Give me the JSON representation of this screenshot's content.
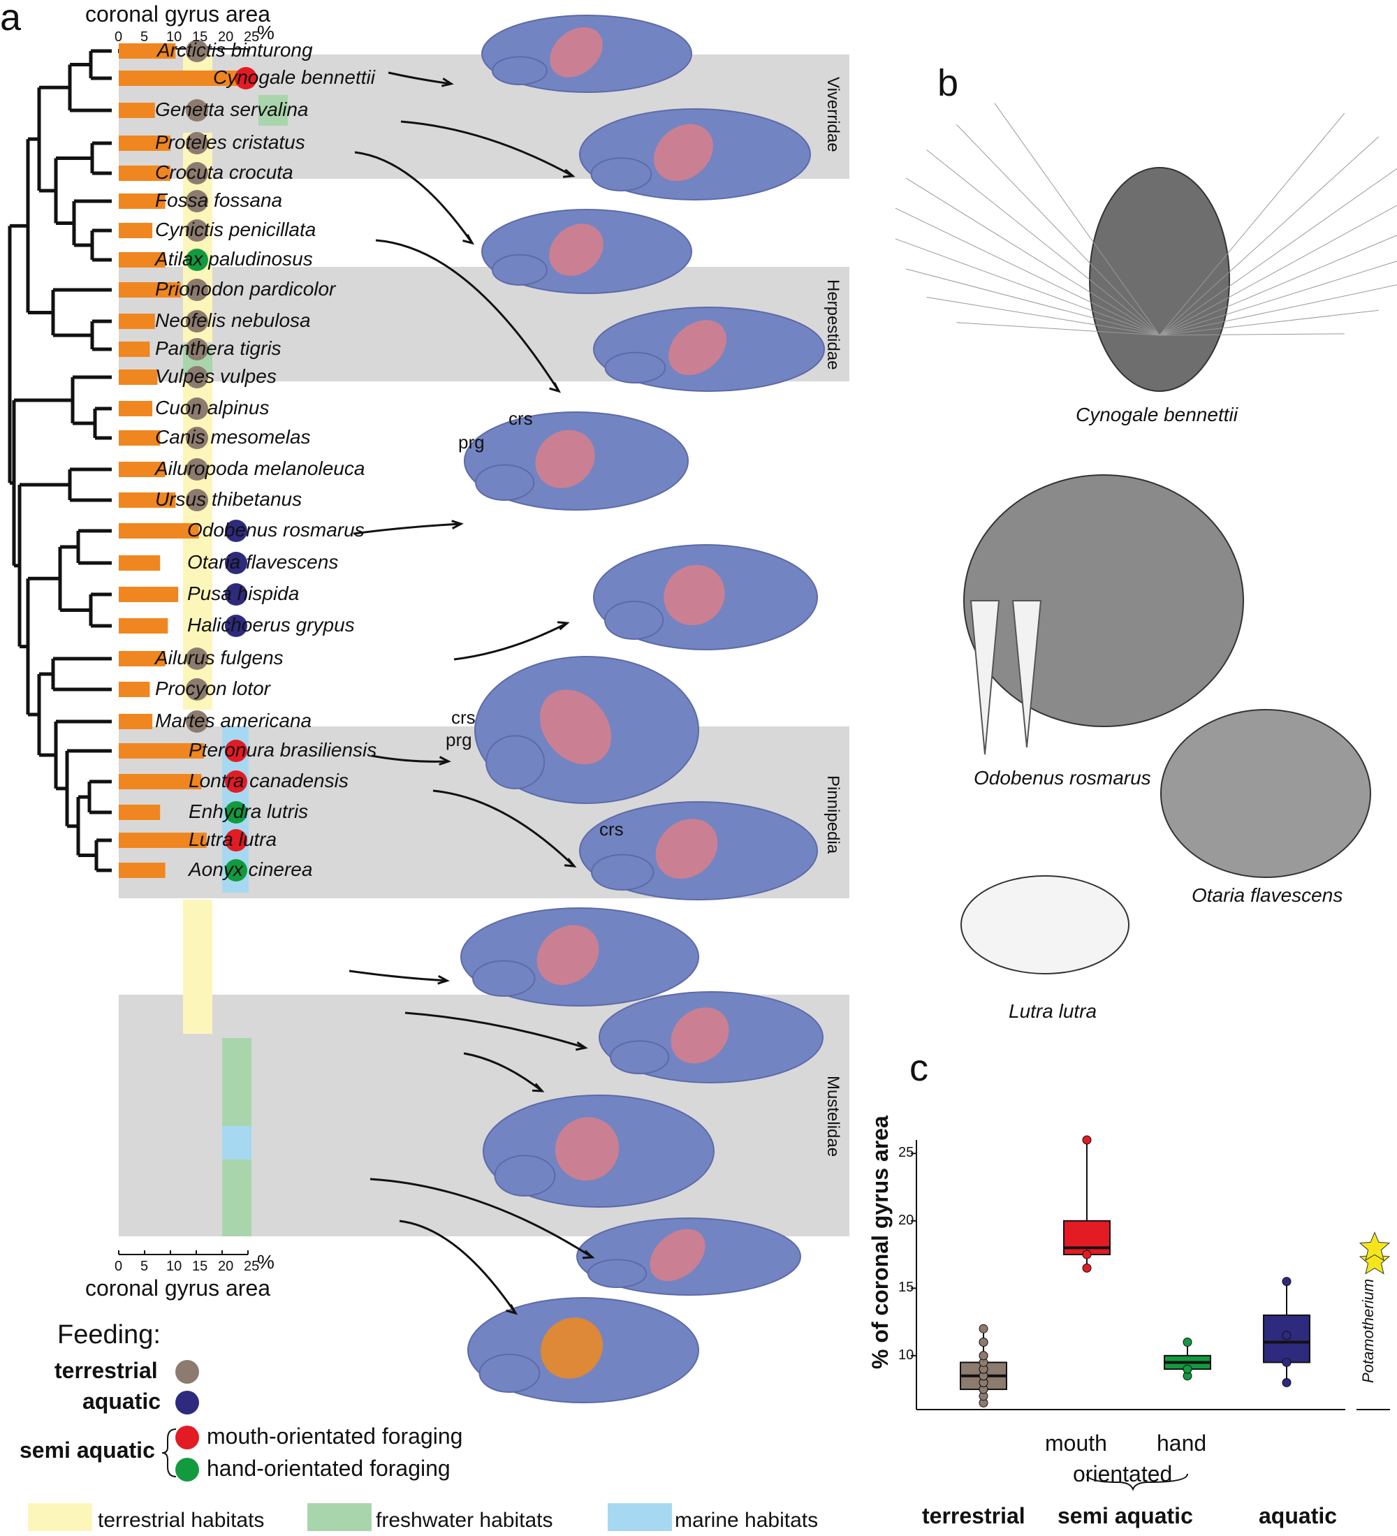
{
  "panel_labels": {
    "a": "a",
    "b": "b",
    "c": "c"
  },
  "panel_a": {
    "axis_title": "coronal gyrus area",
    "axis_unit": "%",
    "axis_ticks": [
      "0",
      "5",
      "10",
      "15",
      "20",
      "25"
    ],
    "species": [
      {
        "name": "Arctictis binturong",
        "value": 11,
        "feeding": "terrestrial",
        "habitat": "terrestrial"
      },
      {
        "name": "Cynogale bennettii",
        "value": 26,
        "feeding": "mouth",
        "habitat": "freshwater"
      },
      {
        "name": "Genetta servalina",
        "value": 7,
        "feeding": "terrestrial",
        "habitat": "terrestrial"
      },
      {
        "name": "Proteles cristatus",
        "value": 10,
        "feeding": "terrestrial",
        "habitat": "terrestrial"
      },
      {
        "name": "Crocuta crocuta",
        "value": 10,
        "feeding": "terrestrial",
        "habitat": "terrestrial"
      },
      {
        "name": "Fossa fossana",
        "value": 9,
        "feeding": "terrestrial",
        "habitat": "terrestrial"
      },
      {
        "name": "Cynictis penicillata",
        "value": 6.5,
        "feeding": "terrestrial",
        "habitat": "terrestrial"
      },
      {
        "name": "Atilax paludinosus",
        "value": 9,
        "feeding": "hand",
        "habitat": "freshwater"
      },
      {
        "name": "Prionodon pardicolor",
        "value": 12,
        "feeding": "terrestrial",
        "habitat": "terrestrial"
      },
      {
        "name": "Neofelis nebulosa",
        "value": 7,
        "feeding": "terrestrial",
        "habitat": "terrestrial"
      },
      {
        "name": "Panthera tigris",
        "value": 6,
        "feeding": "terrestrial",
        "habitat": "terrestrial"
      },
      {
        "name": "Vulpes vulpes",
        "value": 7.5,
        "feeding": "terrestrial",
        "habitat": "terrestrial"
      },
      {
        "name": "Cuon alpinus",
        "value": 6.5,
        "feeding": "terrestrial",
        "habitat": "terrestrial"
      },
      {
        "name": "Canis mesomelas",
        "value": 8,
        "feeding": "terrestrial",
        "habitat": "terrestrial"
      },
      {
        "name": "Ailuropoda melanoleuca",
        "value": 9,
        "feeding": "terrestrial",
        "habitat": "terrestrial"
      },
      {
        "name": "Ursus thibetanus",
        "value": 11,
        "feeding": "terrestrial",
        "habitat": "terrestrial"
      },
      {
        "name": "Odobenus rosmarus",
        "value": 15.5,
        "feeding": "aquatic",
        "habitat": "marine"
      },
      {
        "name": "Otaria flavescens",
        "value": 8,
        "feeding": "aquatic",
        "habitat": "marine"
      },
      {
        "name": "Pusa hispida",
        "value": 11.5,
        "feeding": "aquatic",
        "habitat": "marine"
      },
      {
        "name": "Halichoerus grypus",
        "value": 9.5,
        "feeding": "aquatic",
        "habitat": "marine"
      },
      {
        "name": "Ailurus fulgens",
        "value": 9,
        "feeding": "terrestrial",
        "habitat": "terrestrial"
      },
      {
        "name": "Procyon lotor",
        "value": 6,
        "feeding": "terrestrial",
        "habitat": "terrestrial"
      },
      {
        "name": "Martes americana",
        "value": 6.5,
        "feeding": "terrestrial",
        "habitat": "terrestrial"
      },
      {
        "name": "Pteronura brasiliensis",
        "value": 16.5,
        "feeding": "mouth",
        "habitat": "freshwater"
      },
      {
        "name": "Lontra canadensis",
        "value": 16,
        "feeding": "mouth",
        "habitat": "freshwater"
      },
      {
        "name": "Enhydra lutris",
        "value": 8,
        "feeding": "hand",
        "habitat": "marine"
      },
      {
        "name": "Lutra lutra",
        "value": 17,
        "feeding": "mouth",
        "habitat": "freshwater"
      },
      {
        "name": "Aonyx cinerea",
        "value": 9,
        "feeding": "hand",
        "habitat": "freshwater"
      }
    ],
    "clades": [
      "Viverridae",
      "Herpestidae",
      "Pinnipedia",
      "Mustelidae"
    ],
    "brain_markers": {
      "crs": "crs",
      "prg": "prg"
    },
    "legend": {
      "title": "Feeding:",
      "terrestrial": "terrestrial",
      "aquatic": "aquatic",
      "semi_aquatic": "semi aquatic",
      "mouth": "mouth-orientated foraging",
      "hand": "hand-orientated foraging"
    },
    "habitats": {
      "terrestrial": "terrestrial habitats",
      "freshwater": "freshwater habitats",
      "marine": "marine habitats"
    }
  },
  "panel_b": {
    "labels": [
      "Cynogale bennettii",
      "Odobenus rosmarus",
      "Otaria flavescens",
      "Lutra lutra"
    ]
  },
  "colors": {
    "bar": "#f0861f",
    "terrestrial": "#8c7b6e",
    "aquatic": "#2e2a7e",
    "mouth": "#e31b23",
    "hand": "#129a3f",
    "hab_terrestrial": "#fdf6ba",
    "hab_freshwater": "#a9d5ad",
    "hab_marine": "#a7d8f1",
    "clade_bg": "#d8d8d8",
    "brain": "#7384c2",
    "gyrus": "#d97f8a",
    "star": "#f5e61b"
  },
  "chart_data": {
    "type": "box",
    "ylabel": "% of coronal gyrus area",
    "yticks": [
      10,
      15,
      20,
      25
    ],
    "ylim": [
      6,
      26
    ],
    "groups": [
      {
        "name": "terrestrial",
        "color": "#8c7b6e",
        "min": 6.5,
        "q1": 7.5,
        "median": 8.5,
        "q3": 9.5,
        "max": 12,
        "points": [
          6.5,
          7,
          7.5,
          7.5,
          8,
          8,
          8.5,
          8.5,
          9,
          9,
          9,
          9.5,
          10,
          10,
          11,
          11,
          12
        ]
      },
      {
        "name": "mouth",
        "color": "#e31b23",
        "min": 16.5,
        "q1": 17.5,
        "median": 18,
        "q3": 20,
        "max": 26,
        "points": [
          16.5,
          17.5,
          26
        ]
      },
      {
        "name": "hand",
        "color": "#129a3f",
        "min": 8.5,
        "q1": 9,
        "median": 9.5,
        "q3": 10,
        "max": 11,
        "points": [
          8.5,
          9,
          11
        ]
      },
      {
        "name": "aquatic",
        "color": "#2e2a7e",
        "min": 8,
        "q1": 9.5,
        "median": 11,
        "q3": 13,
        "max": 15.5,
        "points": [
          8,
          9.5,
          11.5,
          15.5
        ]
      }
    ],
    "potamotherium": {
      "label": "Potamotherium",
      "values": [
        17,
        18
      ]
    },
    "group_labels": {
      "terrestrial": "terrestrial",
      "mouth": "mouth",
      "hand": "hand",
      "orientated": "orientated",
      "semi_aquatic": "semi aquatic",
      "aquatic": "aquatic"
    }
  }
}
